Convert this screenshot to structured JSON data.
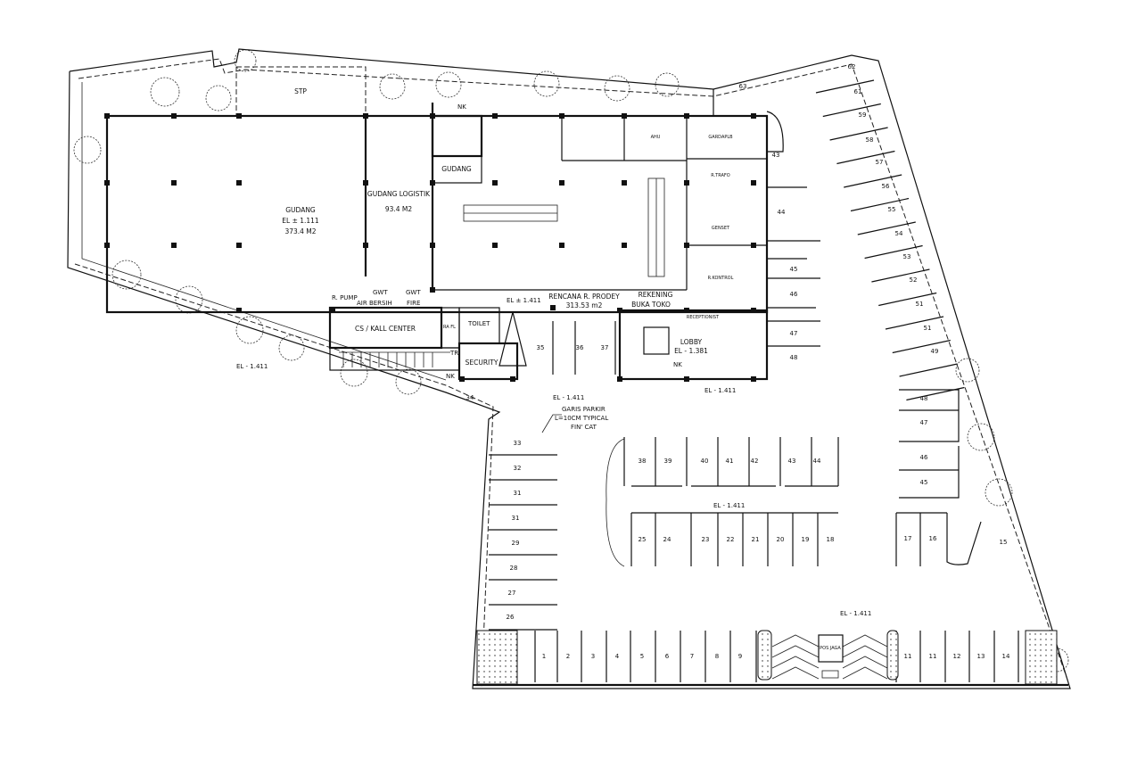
{
  "rooms": {
    "stp": "STP",
    "gudang_name": "GUDANG",
    "gudang_el": "EL ± 1.111",
    "gudang_area": "373.4 M2",
    "gudang_logistik": "GUDANG LOGISTIK",
    "gudang_logistik_area": "93.4 M2",
    "gudang_small": "GUDANG",
    "nk_top": "NK",
    "ahu": "AHU",
    "gardaplb": "GARDAPLB",
    "r_trafo": "R.TRAFO",
    "genset": "GENSET",
    "r_kontrol": "R.KONTROL",
    "rencana": "RENCANA R. PRODEY",
    "rencana_area": "313.53 m2",
    "rencana_el": "EL ± 1.411",
    "rekening": "REKENING",
    "buka_toko": "BUKA TOKO",
    "r_pump": "R. PUMP",
    "gwt_bersih": "GWT",
    "gwt_bersih2": "AIR BERSIH",
    "gwt_fire": "GWT",
    "gwt_fire2": "FIRE",
    "call_center": "CS / KALL CENTER",
    "toilet": "TOILET",
    "ra_fl": "RA FL",
    "security": "SECURITY",
    "tr": "TR",
    "nk_sec": "NK",
    "receptionist": "RECEPTIONIST",
    "lobby": "LOBBY",
    "lobby_el": "EL - 1.381",
    "nk_lobby": "NK",
    "pos_jaga": "POS JAGA",
    "el_1": "EL - 1.411",
    "el_2": "EL - 1.411",
    "el_3": "EL - 1.411",
    "el_4": "EL - 1.411",
    "el_5": "EL - 1.411"
  },
  "notes": {
    "line1": "GARIS PARKIR",
    "line2": "L=10CM TYPICAL",
    "line3": "FIN' CAT"
  },
  "parking": {
    "bottom_left": [
      "1",
      "2",
      "3",
      "4",
      "5",
      "6",
      "7",
      "8",
      "9"
    ],
    "bottom_right": [
      "11",
      "11",
      "12",
      "13",
      "14"
    ],
    "left_column": [
      "33",
      "32",
      "31",
      "31",
      "29",
      "28",
      "27",
      "26"
    ],
    "island_top": [
      "38",
      "39",
      "40",
      "41",
      "42",
      "43",
      "44"
    ],
    "island_bottom": [
      "25",
      "24",
      "23",
      "22",
      "21",
      "20",
      "19",
      "18"
    ],
    "right_diagonal": [
      "62",
      "61",
      "59",
      "58",
      "57",
      "56",
      "55",
      "54",
      "53",
      "52",
      "51",
      "51",
      "49"
    ],
    "east_building": [
      "63",
      "43",
      "44",
      "45",
      "46",
      "47",
      "48"
    ],
    "right_middle": [
      "48",
      "47",
      "46",
      "45",
      "17",
      "16",
      "15"
    ],
    "ramp_side": [
      "35",
      "36",
      "37",
      "34"
    ]
  }
}
